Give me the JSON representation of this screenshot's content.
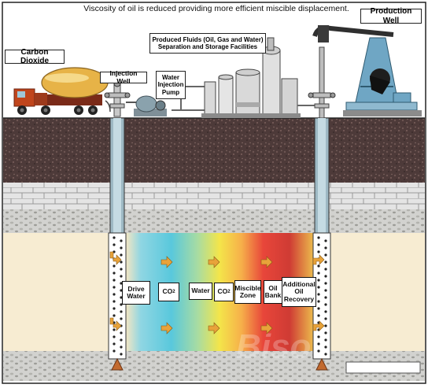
{
  "header": {
    "title": "Viscosity of oil is reduced providing more efficient miscible displacement."
  },
  "labels": {
    "carbon_dioxide": "Carbon Dioxide",
    "injection_well": "Injection Well",
    "water_injection_pump": "Water Injection Pump",
    "facilities": "Produced Fluids (Oil, Gas and Water) Separation and Storage Facilities",
    "production_well": "Production Well"
  },
  "zones": {
    "drive_water": "Drive Water",
    "co2_1": "CO",
    "co2_1_sub": "2",
    "water": "Water",
    "co2_2": "CO",
    "co2_2_sub": "2",
    "miscible_zone": "Miscible Zone",
    "oil_bank": "Oil Bank",
    "additional_oil_recovery": "Additional Oil Recovery"
  },
  "colors": {
    "sky": "#ffffff",
    "ground_dark": "#4a3a38",
    "brick": "#d9d9d9",
    "sand": "#f7ecd2",
    "arrow": "#e8a33a",
    "tanker": "#e7b347",
    "pump_jack": "#6fa6c4"
  }
}
